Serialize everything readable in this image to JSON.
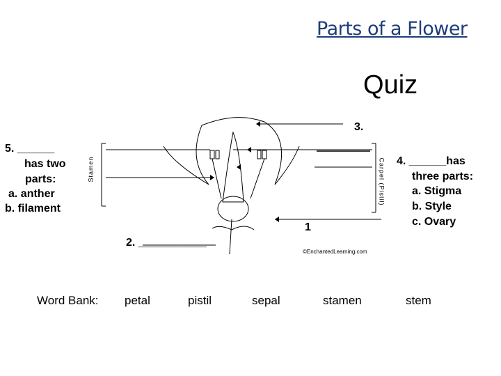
{
  "title": "Parts of a Flower",
  "subtitle": "Quiz",
  "labels": {
    "q1": "1",
    "q2": "2. ___________",
    "q3": "3.",
    "q4": [
      "4. ______has",
      "three parts:",
      "a. Stigma",
      "b. Style",
      "c. Ovary"
    ],
    "q5": [
      "5.  ______",
      "has two",
      "parts:",
      "a. anther",
      "b.  filament"
    ]
  },
  "diagram_text": {
    "stamen": "Stamen",
    "carpel": "Carpel (Pistil)",
    "credit": "©EnchantedLearning.com"
  },
  "word_bank": {
    "heading": "Word Bank:",
    "words": [
      "petal",
      "pistil",
      "sepal",
      "stamen",
      "stem"
    ]
  }
}
